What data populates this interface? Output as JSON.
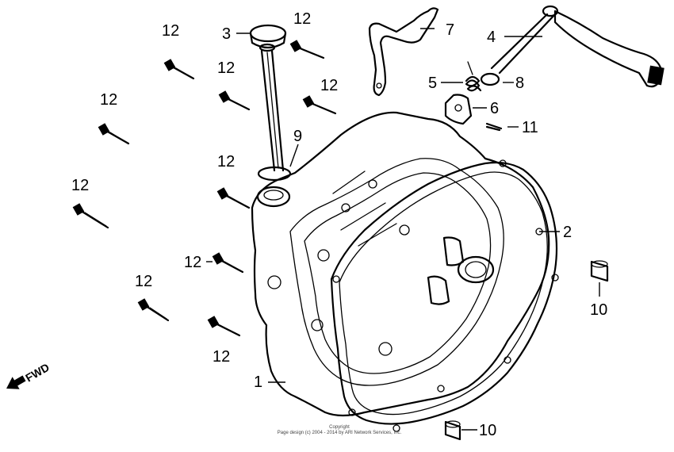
{
  "callouts": {
    "c1": "1",
    "c2": "2",
    "c3": "3",
    "c4": "4",
    "c5": "5",
    "c6": "6",
    "c7": "7",
    "c8": "8",
    "c9": "9",
    "c10a": "10",
    "c10b": "10",
    "c11": "11",
    "c12a": "12",
    "c12b": "12",
    "c12c": "12",
    "c12d": "12",
    "c12e": "12",
    "c12f": "12",
    "c12g": "12",
    "c12h": "12",
    "c12i": "12",
    "c12j": "12"
  },
  "fwd_label": "FWD",
  "copyright": {
    "line1": "Copyright",
    "line2": "Page design (c) 2004 - 2014 by ARI Network Services, Inc."
  }
}
